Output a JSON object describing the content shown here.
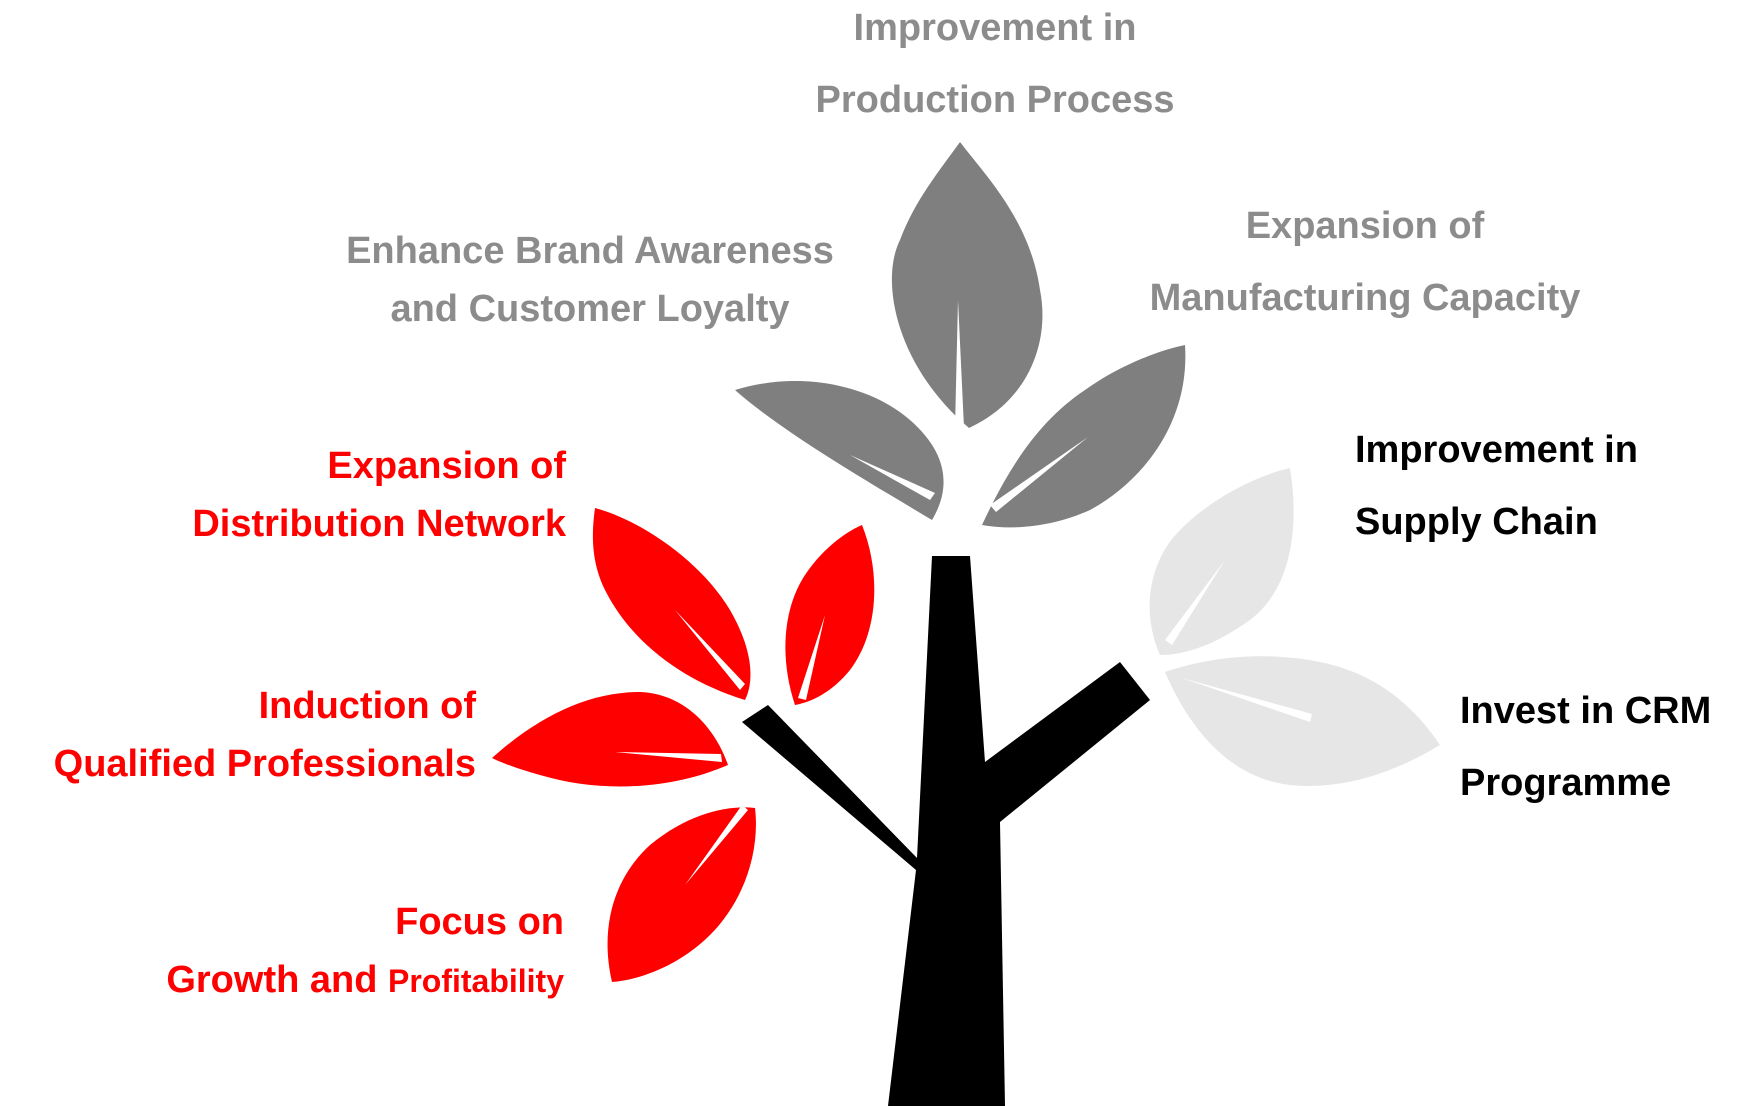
{
  "colors": {
    "gray_leaf": "#7f7f7f",
    "light_leaf": "#e6e6e6",
    "red_leaf": "#ff0000",
    "trunk": "#000000",
    "gray_text": "#8c8c8c",
    "red_text": "#ff0000",
    "black_text": "#000000"
  },
  "labels": {
    "production": {
      "line1": "Improvement in",
      "line2": "Production Process"
    },
    "brand": {
      "line1": "Enhance Brand Awareness",
      "line2": "and Customer Loyalty"
    },
    "manufacturing": {
      "line1": "Expansion of",
      "line2": "Manufacturing Capacity"
    },
    "distribution": {
      "line1": "Expansion of",
      "line2": "Distribution Network"
    },
    "induction": {
      "line1": "Induction of",
      "line2": "Qualified Professionals"
    },
    "growth": {
      "line1": "Focus on",
      "line2a": "Growth and ",
      "line2b": "Profitability"
    },
    "supply": {
      "line1": "Improvement in",
      "line2": "Supply Chain"
    },
    "crm": {
      "line1": "Invest in CRM",
      "line2": "Programme"
    }
  }
}
